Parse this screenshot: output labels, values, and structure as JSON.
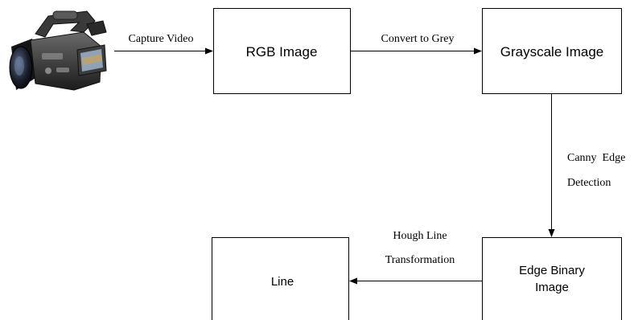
{
  "nodes": {
    "rgb": {
      "label": "RGB Image"
    },
    "gray": {
      "label": "Grayscale Image"
    },
    "edge": {
      "label_line1": "Edge Binary",
      "label_line2": "Image"
    },
    "line": {
      "label": "Line"
    }
  },
  "edges": {
    "capture": {
      "label": "Capture Video"
    },
    "convert": {
      "label": "Convert to Grey"
    },
    "canny": {
      "label_line1": "Canny  Edge",
      "label_line2": "Detection"
    },
    "hough": {
      "label_line1": "Hough Line",
      "label_line2": "Transformation"
    }
  },
  "icons": {
    "camera": "video-camera-icon"
  }
}
